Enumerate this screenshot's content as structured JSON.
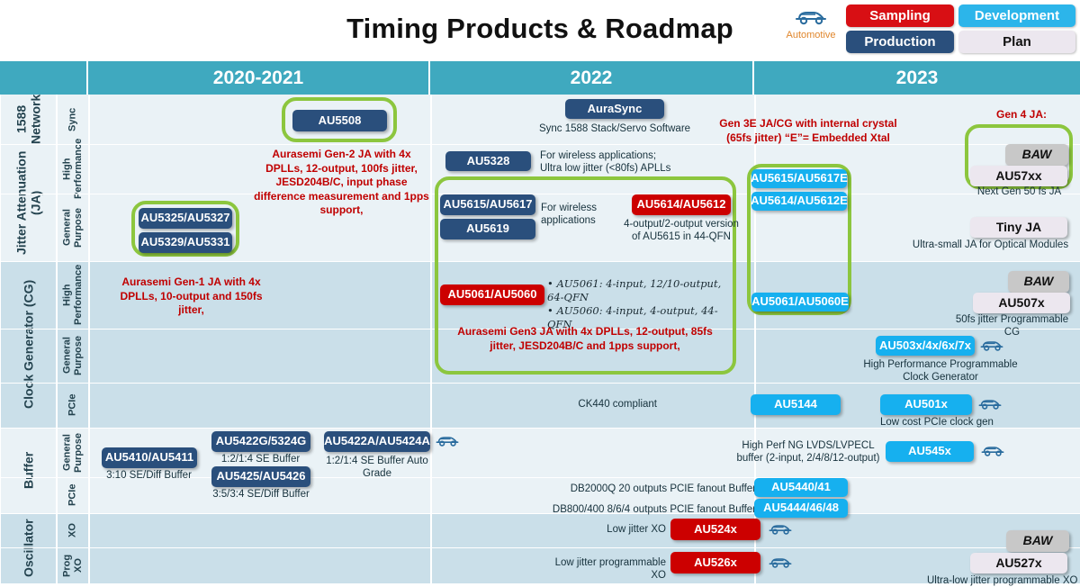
{
  "header": {
    "title": "Timing Products & Roadmap",
    "legend": {
      "automotive_label": "Automotive",
      "automotive_icon": "car-icon",
      "sampling": "Sampling",
      "development": "Development",
      "production": "Production",
      "plan": "Plan",
      "colors": {
        "sampling": "#d80f14",
        "development": "#2cb5ea",
        "production": "#2a4f7c",
        "plan": "#ece7ef",
        "baw": "#c8c8c8",
        "header_bar": "#3fa9bf",
        "highlight_green": "#8cc63e",
        "red_text": "#c00000"
      }
    }
  },
  "columns": [
    {
      "label": ""
    },
    {
      "label": "2020-2021"
    },
    {
      "label": "2022"
    },
    {
      "label": "2023"
    }
  ],
  "row_groups": [
    {
      "label": "1588 Network",
      "subs": [
        "Sync"
      ]
    },
    {
      "label": "Jitter Attenuation (JA)",
      "subs": [
        "High Performance",
        "General Purpose"
      ]
    },
    {
      "label": "Clock Generator (CG)",
      "subs": [
        "High Performance",
        "General Purpose",
        "PCIe"
      ]
    },
    {
      "label": "Buffer",
      "subs": [
        "General Purpose",
        "PCIe"
      ]
    },
    {
      "label": "Oscillator",
      "subs": [
        "XO",
        "Prog XO"
      ]
    }
  ],
  "cells": {
    "sync_2020": {
      "chip": "AU5508"
    },
    "sync_2022": {
      "chip": "AuraSync",
      "note": "Sync 1588 Stack/Servo Software"
    },
    "ja_hp_2020_note": "Aurasemi Gen-2 JA with 4x DPLLs,  12-output, 100fs jitter, JESD204B/C, input phase difference measurement and 1pps support,",
    "ja_hp_2022_chip": "AU5328",
    "ja_hp_2022_note": "For wireless applications;\nUltra low jitter (<80fs) APLLs",
    "ja_gp_2020_chip1": "AU5325/AU5327",
    "ja_gp_2020_chip2": "AU5329/AU5331",
    "ja_gp_2020_note": "Aurasemi Gen-1 JA with 4x DPLLs, 10-output and 150fs jitter,",
    "ja_gp_2022_chip1": "AU5615/AU5617",
    "ja_gp_2022_chip2": "AU5619",
    "ja_gp_2022_note": "For wireless applications",
    "ja_gp_2022_chip3": "AU5614/AU5612",
    "ja_gp_2022_note2": "4-output/2-output version of AU5615 in 44-QFN",
    "gen3e_note": "Gen 3E JA/CG with internal crystal (65fs jitter) “E”= Embedded Xtal",
    "ja_2023_chip1": "AU5615/AU5617E",
    "ja_2023_chip2": "AU5614/AU5612E",
    "gen4_label": "Gen 4 JA:",
    "gen4_baw": "BAW",
    "gen4_chip": "AU57xx",
    "gen4_note": "Next Gen 50 fs JA",
    "tiny_ja_chip": "Tiny JA",
    "tiny_ja_note": "Ultra-small JA for Optical Modules",
    "cg_hp_2022_chip": "AU5061/AU5060",
    "cg_hp_2022_bullets": "• AU5061: 4-input, 12/10-output, 64-QFN\n• AU5060: 4-input, 4-output, 44-QFN",
    "cg_hp_2022_rednote": "Aurasemi Gen3 JA with 4x DPLLs, 12-output, 85fs jitter, JESD204B/C and 1pps support,",
    "cg_hp_2023_chip": "AU5061/AU5060E",
    "cg_hp_2023_baw": "BAW",
    "cg_hp_2023_chip2": "AU507x",
    "cg_hp_2023_note": "50fs jitter Programmable CG",
    "cg_gp_2023_chip": "AU503x/4x/6x/7x",
    "cg_gp_2023_note": "High Performance Programmable Clock Generator",
    "cg_pcie_2022_note": "CK440 compliant",
    "cg_pcie_2022_chip": "AU5144",
    "cg_pcie_2023_chip": "AU501x",
    "cg_pcie_2023_note": "Low cost PCIe clock gen",
    "buf_gp_2020_chip1": "AU5410/AU5411",
    "buf_gp_2020_note1": "3:10 SE/Diff Buffer",
    "buf_gp_2020_chip2": "AU5422G/5324G",
    "buf_gp_2020_note2": "1:2/1:4 SE Buffer",
    "buf_gp_2020_chip3": "AU5425/AU5426",
    "buf_gp_2020_note3": "3:5/3:4 SE/Diff Buffer",
    "buf_gp_2020_chip4": "AU5422A/AU5424A",
    "buf_gp_2020_note4": "1:2/1:4 SE Buffer Auto Grade",
    "buf_gp_2023_note": "High Perf NG LVDS/LVPECL buffer (2-input, 2/4/8/12-output)",
    "buf_gp_2023_chip": "AU545x",
    "buf_pcie_note1": "DB2000Q  20 outputs PCIE fanout Buffer",
    "buf_pcie_chip1": "AU5440/41",
    "buf_pcie_note2": "DB800/400 8/6/4 outputs PCIE fanout Buffer",
    "buf_pcie_chip2": "AU5444/46/48",
    "osc_xo_note": "Low jitter XO",
    "osc_xo_chip": "AU524x",
    "osc_xo_baw": "BAW",
    "osc_progxo_note": "Low jitter programmable XO",
    "osc_progxo_chip": "AU526x",
    "osc_progxo_chip2": "AU527x",
    "osc_progxo_note2": "Ultra-low jitter programmable XO"
  }
}
